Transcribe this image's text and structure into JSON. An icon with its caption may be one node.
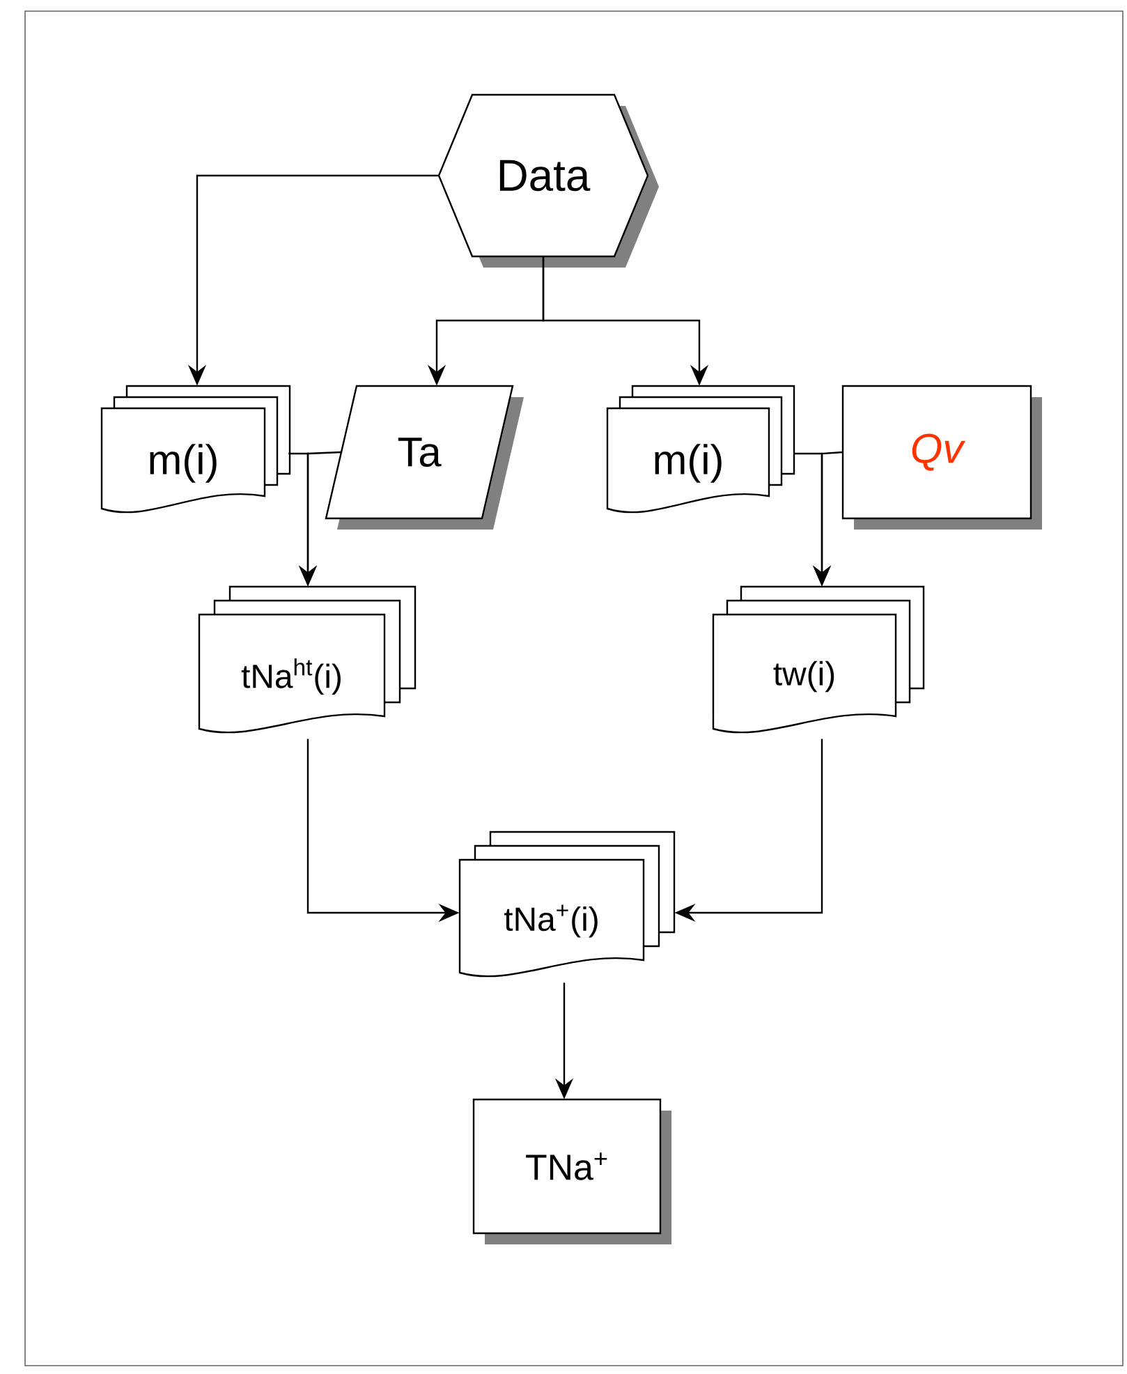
{
  "diagram": {
    "nodes": [
      {
        "text": [
          "Data"
        ]
      },
      {
        "text": [
          "m(i)"
        ]
      },
      {
        "text": [
          "Ta"
        ]
      },
      {
        "text": [
          "m(i)"
        ]
      },
      {
        "text": [
          "Qv"
        ]
      },
      {
        "text": [
          "tNa$^{ht}$(i)"
        ]
      },
      {
        "text": [
          "tw(i)"
        ]
      },
      {
        "text": [
          "tNa$^{+}$(i)"
        ]
      },
      {
        "text": [
          "TNa$^{+}$"
        ]
      }
    ],
    "edges": [
      {
        "from": 0,
        "to": 1,
        "arrow": "to"
      },
      {
        "from": 0,
        "to": 2,
        "arrow": "to"
      },
      {
        "from": 0,
        "to": 3,
        "arrow": "to"
      },
      {
        "from": 1,
        "to": 5,
        "arrow": "to"
      },
      {
        "from": 2,
        "to": 5,
        "arrow": "to"
      },
      {
        "from": 3,
        "to": 6,
        "arrow": "to"
      },
      {
        "from": 4,
        "to": 6,
        "arrow": "to"
      },
      {
        "from": 5,
        "to": 7,
        "arrow": "to"
      },
      {
        "from": 6,
        "to": 7,
        "arrow": "to"
      },
      {
        "from": 7,
        "to": 8,
        "arrow": "to"
      }
    ]
  }
}
